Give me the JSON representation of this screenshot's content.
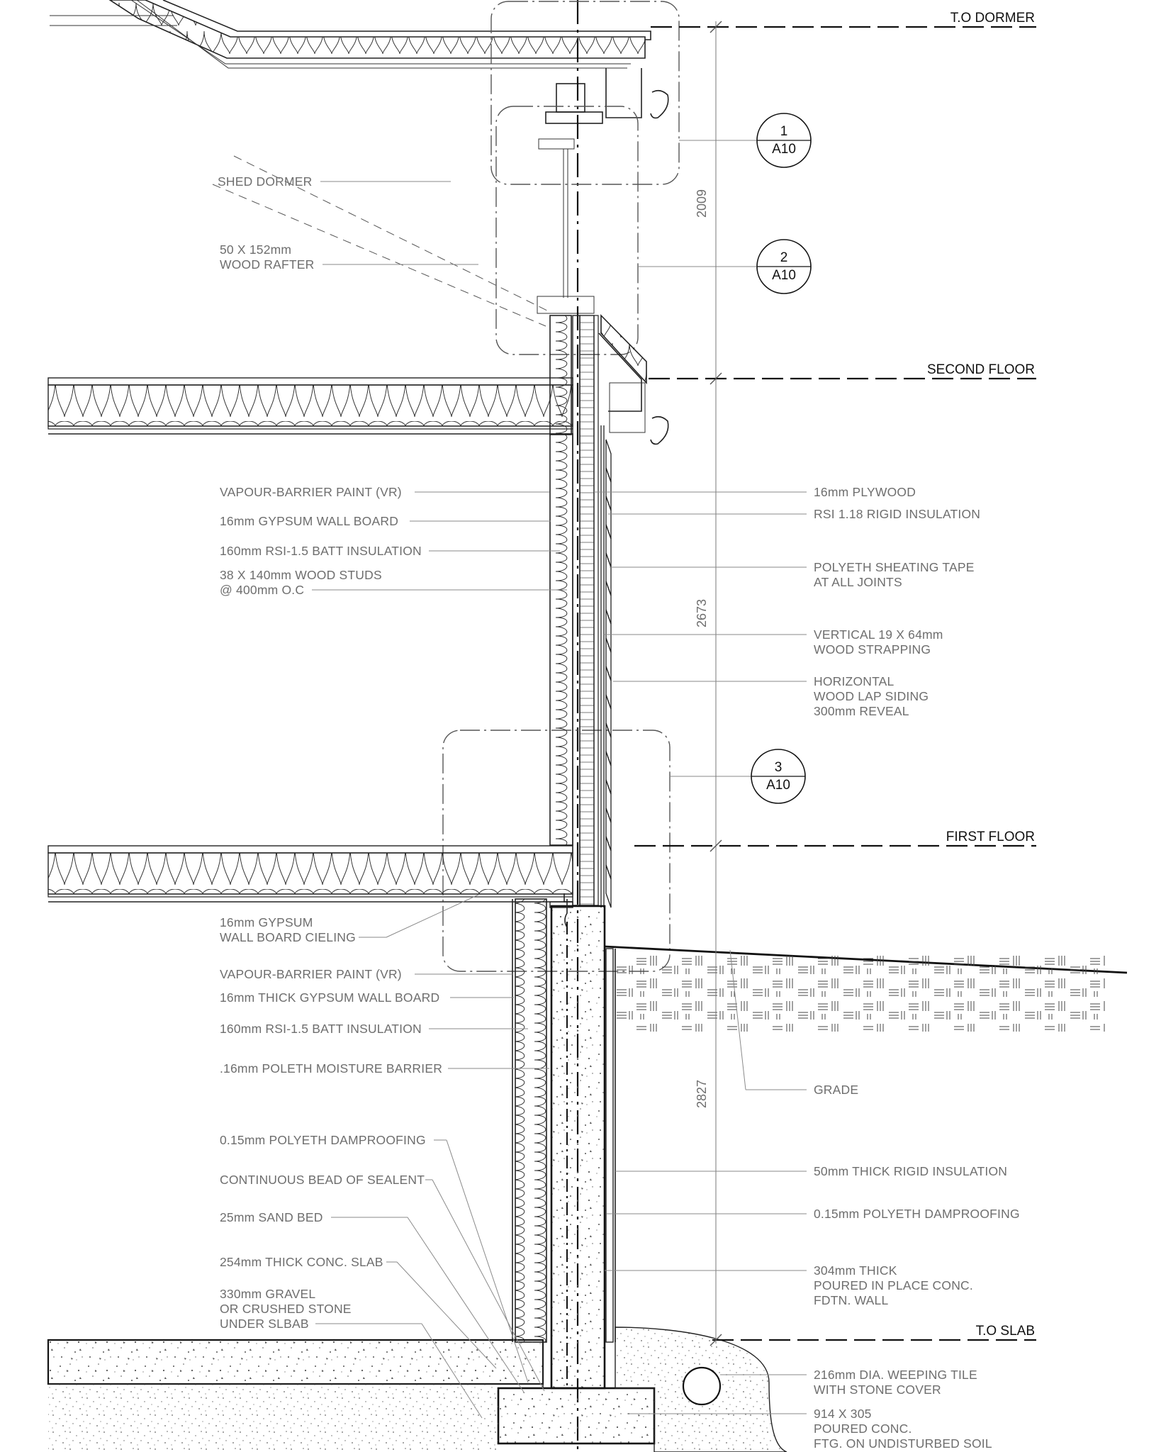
{
  "levels": {
    "to_dormer": "T.O DORMER",
    "second_floor": "SECOND FLOOR",
    "first_floor": "FIRST FLOOR",
    "to_slab": "T.O SLAB"
  },
  "detail_tags": [
    {
      "num": "1",
      "sheet": "A10"
    },
    {
      "num": "2",
      "sheet": "A10"
    },
    {
      "num": "3",
      "sheet": "A10"
    }
  ],
  "dimensions": [
    "2009",
    "2673",
    "2827"
  ],
  "left_notes": {
    "shed_dormer": "SHED DORMER",
    "rafter_1": "50 X 152mm",
    "rafter_2": "WOOD RAFTER",
    "vapour_paint": "VAPOUR-BARRIER PAINT (VR)",
    "gypsum": "16mm GYPSUM WALL BOARD",
    "batt": "160mm RSI-1.5 BATT INSULATION",
    "studs_1": "38 X 140mm  WOOD STUDS",
    "studs_2": "@ 400mm O.C",
    "ceiling_1": "16mm GYPSUM",
    "ceiling_2": "WALL BOARD CIELING",
    "vapour_paint_b": "VAPOUR-BARRIER PAINT (VR)",
    "gypsum_thick": "16mm THICK GYPSUM WALL BOARD",
    "batt_b": "160mm RSI-1.5 BATT INSULATION",
    "moisture": ".16mm POLETH MOISTURE BARRIER",
    "dampproof": "0.15mm POLYETH DAMPROOFING",
    "sealent": "CONTINUOUS BEAD OF SEALENT",
    "sand": "25mm SAND BED",
    "slab": "254mm THICK CONC. SLAB",
    "gravel_1": "330mm GRAVEL",
    "gravel_2": "OR CRUSHED STONE",
    "gravel_3": "UNDER SLBAB"
  },
  "right_notes": {
    "plywood": "16mm PLYWOOD",
    "rigid": "RSI 1.18 RIGID INSULATION",
    "tape_1": "POLYETH SHEATING TAPE",
    "tape_2": "AT ALL JOINTS",
    "strap_1": "VERTICAL 19 X 64mm",
    "strap_2": "WOOD STRAPPING",
    "siding_1": "HORIZONTAL",
    "siding_2": "WOOD LAP SIDING",
    "siding_3": "300mm REVEAL",
    "grade": "GRADE",
    "rigid50": "50mm THICK RIGID INSULATION",
    "dampproof_r": "0.15mm POLYETH DAMPROOFING",
    "fdtn_1": "304mm THICK",
    "fdtn_2": "POURED IN PLACE CONC.",
    "fdtn_3": "FDTN. WALL",
    "tile_1": "216mm DIA. WEEPING TILE",
    "tile_2": "WITH STONE COVER",
    "ftg_1": "914 X 305",
    "ftg_2": "POURED CONC.",
    "ftg_3": "FTG. ON UNDISTURBED SOIL"
  }
}
